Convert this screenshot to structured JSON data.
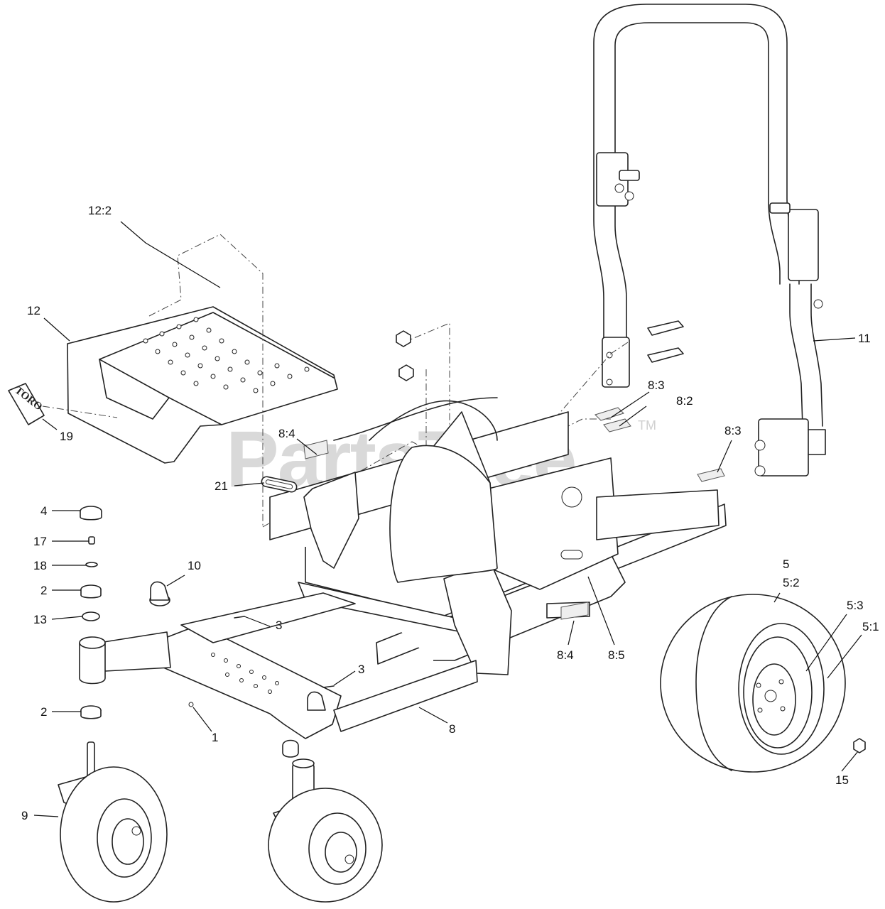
{
  "watermark": {
    "text": "PartsTree",
    "trademark": "TM"
  },
  "emblem": {
    "text": "TORO"
  },
  "callouts": [
    {
      "id": "c-12-2",
      "text": "12:2"
    },
    {
      "id": "c-12",
      "text": "12"
    },
    {
      "id": "c-19",
      "text": "19"
    },
    {
      "id": "c-21",
      "text": "21"
    },
    {
      "id": "c-8-4a",
      "text": "8:4"
    },
    {
      "id": "c-8-3a",
      "text": "8:3"
    },
    {
      "id": "c-8-2",
      "text": "8:2"
    },
    {
      "id": "c-8-3b",
      "text": "8:3"
    },
    {
      "id": "c-11",
      "text": "11"
    },
    {
      "id": "c-4",
      "text": "4"
    },
    {
      "id": "c-17",
      "text": "17"
    },
    {
      "id": "c-18",
      "text": "18"
    },
    {
      "id": "c-2a",
      "text": "2"
    },
    {
      "id": "c-13",
      "text": "13"
    },
    {
      "id": "c-10",
      "text": "10"
    },
    {
      "id": "c-3a",
      "text": "3"
    },
    {
      "id": "c-3b",
      "text": "3"
    },
    {
      "id": "c-2b",
      "text": "2"
    },
    {
      "id": "c-1",
      "text": "1"
    },
    {
      "id": "c-8",
      "text": "8"
    },
    {
      "id": "c-8-4b",
      "text": "8:4"
    },
    {
      "id": "c-8-5",
      "text": "8:5"
    },
    {
      "id": "c-5",
      "text": "5"
    },
    {
      "id": "c-5-2",
      "text": "5:2"
    },
    {
      "id": "c-5-3",
      "text": "5:3"
    },
    {
      "id": "c-5-1",
      "text": "5:1"
    },
    {
      "id": "c-9",
      "text": "9"
    },
    {
      "id": "c-15",
      "text": "15"
    }
  ]
}
